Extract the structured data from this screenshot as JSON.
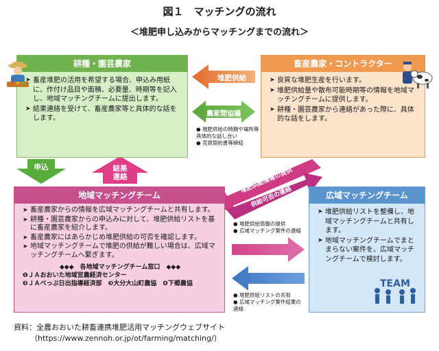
{
  "header": {
    "title": "図１　マッチングの流れ",
    "subtitle": "＜堆肥申し込みからマッチングまでの流れ＞"
  },
  "crop_farmer": {
    "title": "耕種・園芸農家",
    "items": [
      "畜産堆肥の活用を希望する場合、申込み用紙に、作付け品目や面積、必要量、時期等を記入し、地域マッチングチームに提出します。",
      "結果連絡を受けて、畜産農家等と具体的な話をします。"
    ]
  },
  "livestock_farmer": {
    "title": "畜産農家・コントラクター",
    "items": [
      "良質な堆肥生産を行います。",
      "堆肥供給量や散布可能時期等の情報を地域マッチングチームに提供します。",
      "耕種・園芸農家から連絡があった際に、具体的な話をします。"
    ]
  },
  "arrows": {
    "compost_supply": "堆肥供給",
    "farmer_coop": "農家間協議",
    "coop_notes": [
      "堆肥供給の時期や場所等具体的な話し合い",
      "売買契約書等締結"
    ],
    "apply": "申込",
    "result_l1": "結果",
    "result_l2": "連絡",
    "info_provide": "堆肥供給情報の提供",
    "feasibility": "供給可否の連絡",
    "to_wide_notes": [
      "堆肥供給情報の提供",
      "広域マッチング案件の連絡"
    ],
    "from_wide_notes": [
      "堆肥供給リストの共有",
      "広域マッチング案件結果の連絡"
    ]
  },
  "local_team": {
    "title": "地域マッチングチーム",
    "items": [
      "畜産農家からの情報を広域マッチングチームと共有します。",
      "耕種・園芸農家からの申込みに対して、堆肥供給リストを基に畜産農家を紹介します。",
      "畜産農家にはあらかじめ堆肥供給の可否を確認します。",
      "地域マッチングチームで堆肥の供給が難しい場合は、広域マッチングチームへ繋ぎます。"
    ],
    "windows_title": "◆◆◆　各地域マッチングチーム窓口　◆◆◆",
    "windows_line1": "❶ＪＡおおいた地域営農経済センター",
    "windows_line2": "❷ＪＡべっぷ日出指導経済部　❸大分大山町農協　❹下郷農協"
  },
  "wide_team": {
    "title": "広域マッチングチーム",
    "items": [
      "堆肥供給リストを整備し、地域マッチングチームと共有します。",
      "地域マッチングチームでまとまらない案件を、広域マッチングチームで検討します。"
    ],
    "team_label": "TEAM"
  },
  "source": {
    "line1": "資料：全農おおいた耕畜連携堆肥活用マッチングウェブサイト",
    "line2": "（https://www.zennoh.or.jp/ot/farming/matching/）"
  },
  "colors": {
    "green": "#6fb24e",
    "orange": "#ef9a4f",
    "pink": "#c5508b",
    "blue": "#5a94cf"
  },
  "icons": [
    "farmer-icon",
    "cow-farmer-icon",
    "team-icon"
  ]
}
